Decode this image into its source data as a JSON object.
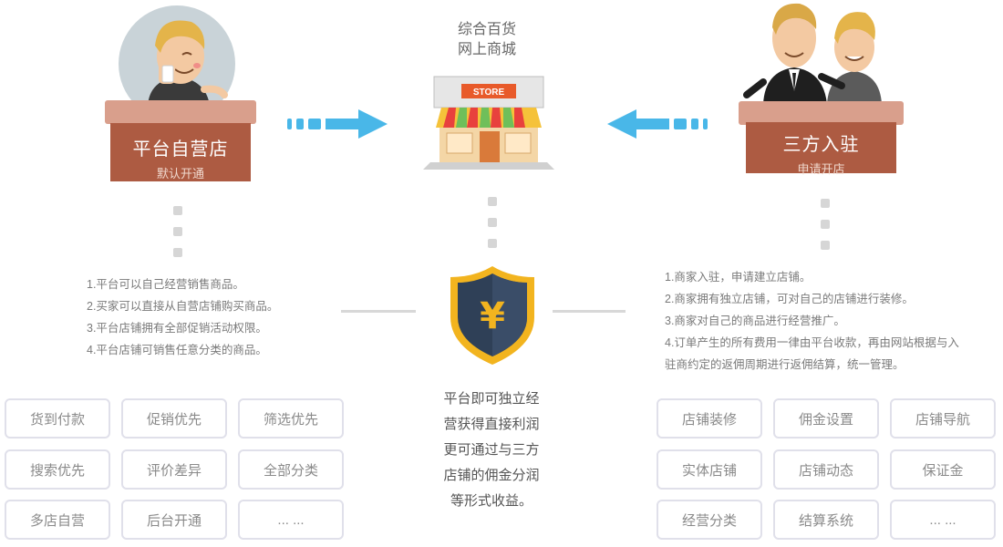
{
  "left_panel": {
    "title": "平台自营店",
    "subtitle": "默认开通",
    "features": [
      "1.平台可以自己经营销售商品。",
      "2.买家可以直接从自营店铺购买商品。",
      "3.平台店铺拥有全部促销活动权限。",
      "4.平台店铺可销售任意分类的商品。"
    ],
    "buttons": [
      "货到付款",
      "促销优先",
      "筛选优先",
      "搜索优先",
      "评价差异",
      "全部分类",
      "多店自营",
      "后台开通",
      "... ..."
    ]
  },
  "center": {
    "store_label_line1": "综合百货",
    "store_label_line2": "网上商城",
    "store_sign": "STORE",
    "currency_symbol": "¥",
    "description": [
      "平台即可独立经",
      "营获得直接利润",
      "更可通过与三方",
      "店铺的佣金分润",
      "等形式收益。"
    ]
  },
  "right_panel": {
    "title": "三方入驻",
    "subtitle": "申请开店",
    "features": [
      "1.商家入驻，申请建立店铺。",
      "2.商家拥有独立店铺，可对自己的店铺进行装修。",
      "3.商家对自己的商品进行经营推广。",
      "4.订单产生的所有费用一律由平台收款，再由网站根据与入",
      "驻商约定的返佣周期进行返佣结算，统一管理。"
    ],
    "buttons": [
      "店铺装修",
      "佣金设置",
      "店铺导航",
      "实体店铺",
      "店铺动态",
      "保证金",
      "经营分类",
      "结算系统",
      "... ..."
    ]
  },
  "colors": {
    "counter": "#ad5b42",
    "counter_top": "#d99f8c",
    "arrow": "#49b7e8",
    "shield": "#2f4057",
    "shield_border": "#f2b41f",
    "button_border": "#e0e0ea"
  }
}
